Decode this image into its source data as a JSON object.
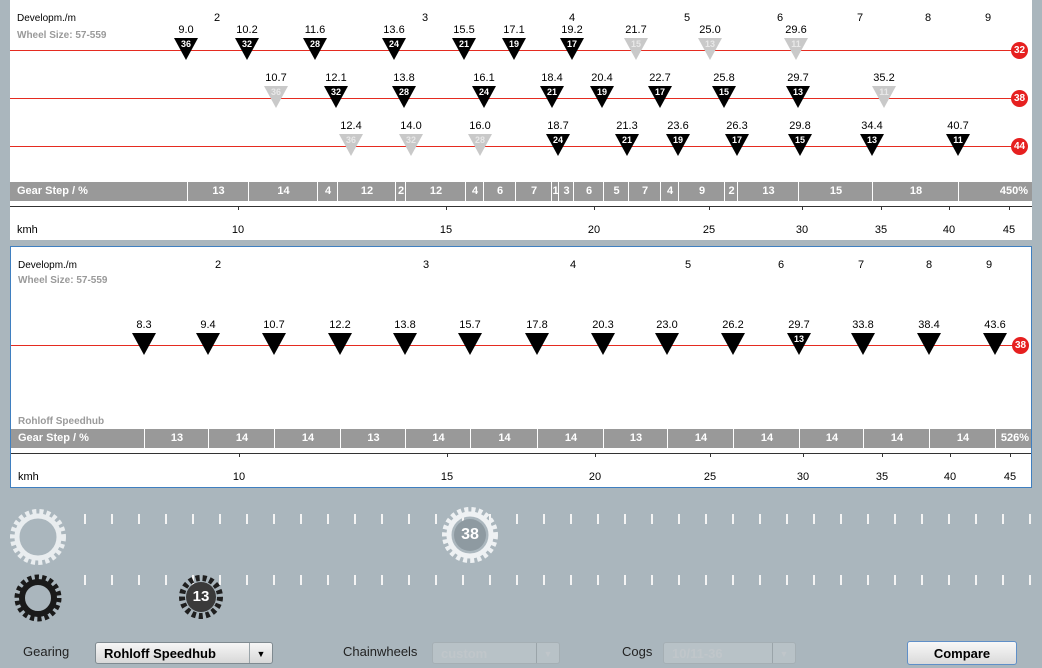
{
  "top_panel": {
    "development_label": "Developm./m",
    "wheel_size_label": "Wheel Size: 57-559",
    "development_ticks": [
      {
        "label": "2",
        "pos": 207
      },
      {
        "label": "3",
        "pos": 415
      },
      {
        "label": "4",
        "pos": 562
      },
      {
        "label": "5",
        "pos": 677
      },
      {
        "label": "6",
        "pos": 770
      },
      {
        "label": "7",
        "pos": 850
      },
      {
        "label": "8",
        "pos": 918
      },
      {
        "label": "9",
        "pos": 978
      }
    ],
    "rows": [
      {
        "chainring": "32",
        "cogs": [
          {
            "value": "9.0",
            "cog": "36",
            "pos": 176,
            "active": true
          },
          {
            "value": "10.2",
            "cog": "32",
            "pos": 237,
            "active": true
          },
          {
            "value": "11.6",
            "cog": "28",
            "pos": 305,
            "active": true
          },
          {
            "value": "13.6",
            "cog": "24",
            "pos": 384,
            "active": true
          },
          {
            "value": "15.5",
            "cog": "21",
            "pos": 454,
            "active": true
          },
          {
            "value": "17.1",
            "cog": "19",
            "pos": 504,
            "active": true
          },
          {
            "value": "19.2",
            "cog": "17",
            "pos": 562,
            "active": true
          },
          {
            "value": "21.7",
            "cog": "15",
            "pos": 626,
            "active": false
          },
          {
            "value": "25.0",
            "cog": "13",
            "pos": 700,
            "active": false
          },
          {
            "value": "29.6",
            "cog": "11",
            "pos": 786,
            "active": false
          }
        ]
      },
      {
        "chainring": "38",
        "cogs": [
          {
            "value": "10.7",
            "cog": "36",
            "pos": 266,
            "active": false
          },
          {
            "value": "12.1",
            "cog": "32",
            "pos": 326,
            "active": true
          },
          {
            "value": "13.8",
            "cog": "28",
            "pos": 394,
            "active": true
          },
          {
            "value": "16.1",
            "cog": "24",
            "pos": 474,
            "active": true
          },
          {
            "value": "18.4",
            "cog": "21",
            "pos": 542,
            "active": true
          },
          {
            "value": "20.4",
            "cog": "19",
            "pos": 592,
            "active": true
          },
          {
            "value": "22.7",
            "cog": "17",
            "pos": 650,
            "active": true
          },
          {
            "value": "25.8",
            "cog": "15",
            "pos": 714,
            "active": true
          },
          {
            "value": "29.7",
            "cog": "13",
            "pos": 788,
            "active": true
          },
          {
            "value": "35.2",
            "cog": "11",
            "pos": 874,
            "active": false
          }
        ]
      },
      {
        "chainring": "44",
        "cogs": [
          {
            "value": "12.4",
            "cog": "36",
            "pos": 341,
            "active": false
          },
          {
            "value": "14.0",
            "cog": "32",
            "pos": 401,
            "active": false
          },
          {
            "value": "16.0",
            "cog": "28",
            "pos": 470,
            "active": false
          },
          {
            "value": "18.7",
            "cog": "24",
            "pos": 548,
            "active": true
          },
          {
            "value": "21.3",
            "cog": "21",
            "pos": 617,
            "active": true
          },
          {
            "value": "23.6",
            "cog": "19",
            "pos": 668,
            "active": true
          },
          {
            "value": "26.3",
            "cog": "17",
            "pos": 727,
            "active": true
          },
          {
            "value": "29.8",
            "cog": "15",
            "pos": 790,
            "active": true
          },
          {
            "value": "34.4",
            "cog": "13",
            "pos": 862,
            "active": true
          },
          {
            "value": "40.7",
            "cog": "11",
            "pos": 948,
            "active": true
          }
        ]
      }
    ],
    "gear_step_label": "Gear Step / %",
    "gear_steps": [
      {
        "label": "13",
        "from": 177,
        "to": 238
      },
      {
        "label": "14",
        "from": 238,
        "to": 307
      },
      {
        "label": "4",
        "from": 307,
        "to": 327
      },
      {
        "label": "12",
        "from": 327,
        "to": 385
      },
      {
        "label": "2",
        "from": 385,
        "to": 395
      },
      {
        "label": "12",
        "from": 395,
        "to": 455
      },
      {
        "label": "4",
        "from": 455,
        "to": 473
      },
      {
        "label": "6",
        "from": 473,
        "to": 505
      },
      {
        "label": "7",
        "from": 505,
        "to": 541
      },
      {
        "label": "1",
        "from": 541,
        "to": 548
      },
      {
        "label": "3",
        "from": 548,
        "to": 563
      },
      {
        "label": "6",
        "from": 563,
        "to": 593
      },
      {
        "label": "5",
        "from": 593,
        "to": 618
      },
      {
        "label": "7",
        "from": 618,
        "to": 650
      },
      {
        "label": "4",
        "from": 650,
        "to": 668
      },
      {
        "label": "9",
        "from": 668,
        "to": 714
      },
      {
        "label": "2",
        "from": 714,
        "to": 727
      },
      {
        "label": "13",
        "from": 727,
        "to": 788
      },
      {
        "label": "15",
        "from": 788,
        "to": 862
      },
      {
        "label": "18",
        "from": 862,
        "to": 948
      }
    ],
    "gear_step_total": "450%",
    "kmh_label": "kmh",
    "kmh_ticks": [
      {
        "label": "10",
        "pos": 228
      },
      {
        "label": "15",
        "pos": 436
      },
      {
        "label": "20",
        "pos": 584
      },
      {
        "label": "25",
        "pos": 699
      },
      {
        "label": "30",
        "pos": 792
      },
      {
        "label": "35",
        "pos": 871
      },
      {
        "label": "40",
        "pos": 939
      },
      {
        "label": "45",
        "pos": 999
      }
    ]
  },
  "bottom_panel": {
    "development_label": "Developm./m",
    "wheel_size_label": "Wheel Size: 57-559",
    "hub_label": "Rohloff Speedhub",
    "row": {
      "chainring": "38",
      "cogs": [
        {
          "value": "8.3",
          "cog": "",
          "pos": 133
        },
        {
          "value": "9.4",
          "cog": "",
          "pos": 197
        },
        {
          "value": "10.7",
          "cog": "",
          "pos": 263
        },
        {
          "value": "12.2",
          "cog": "",
          "pos": 329
        },
        {
          "value": "13.8",
          "cog": "",
          "pos": 394
        },
        {
          "value": "15.7",
          "cog": "",
          "pos": 459
        },
        {
          "value": "17.8",
          "cog": "",
          "pos": 526
        },
        {
          "value": "20.3",
          "cog": "",
          "pos": 592
        },
        {
          "value": "23.0",
          "cog": "",
          "pos": 656
        },
        {
          "value": "26.2",
          "cog": "",
          "pos": 722
        },
        {
          "value": "29.7",
          "cog": "13",
          "pos": 788
        },
        {
          "value": "33.8",
          "cog": "",
          "pos": 852
        },
        {
          "value": "38.4",
          "cog": "",
          "pos": 918
        },
        {
          "value": "43.6",
          "cog": "",
          "pos": 984
        }
      ]
    },
    "gear_step_label": "Gear Step / %",
    "gear_steps": [
      {
        "label": "13",
        "from": 133,
        "to": 197
      },
      {
        "label": "14",
        "from": 197,
        "to": 263
      },
      {
        "label": "14",
        "from": 263,
        "to": 329
      },
      {
        "label": "13",
        "from": 329,
        "to": 394
      },
      {
        "label": "14",
        "from": 394,
        "to": 459
      },
      {
        "label": "14",
        "from": 459,
        "to": 526
      },
      {
        "label": "14",
        "from": 526,
        "to": 592
      },
      {
        "label": "13",
        "from": 592,
        "to": 656
      },
      {
        "label": "14",
        "from": 656,
        "to": 722
      },
      {
        "label": "14",
        "from": 722,
        "to": 788
      },
      {
        "label": "14",
        "from": 788,
        "to": 852
      },
      {
        "label": "14",
        "from": 852,
        "to": 918
      },
      {
        "label": "14",
        "from": 918,
        "to": 984
      }
    ],
    "gear_step_total": "526%",
    "kmh_label": "kmh"
  },
  "controls": {
    "chainwheel_selected": "38",
    "cog_selected": "13",
    "gearing_label": "Gearing",
    "gearing_value": "Rohloff Speedhub",
    "chainwheels_label": "Chainwheels",
    "chainwheels_value": "custom",
    "cogs_label": "Cogs",
    "cogs_value": "10/11-36",
    "compare_label": "Compare"
  },
  "colors": {
    "accent_red": "#e62020",
    "active_marker": "#000000",
    "inactive_marker": "#c9c9c9",
    "step_bar": "#999999"
  }
}
